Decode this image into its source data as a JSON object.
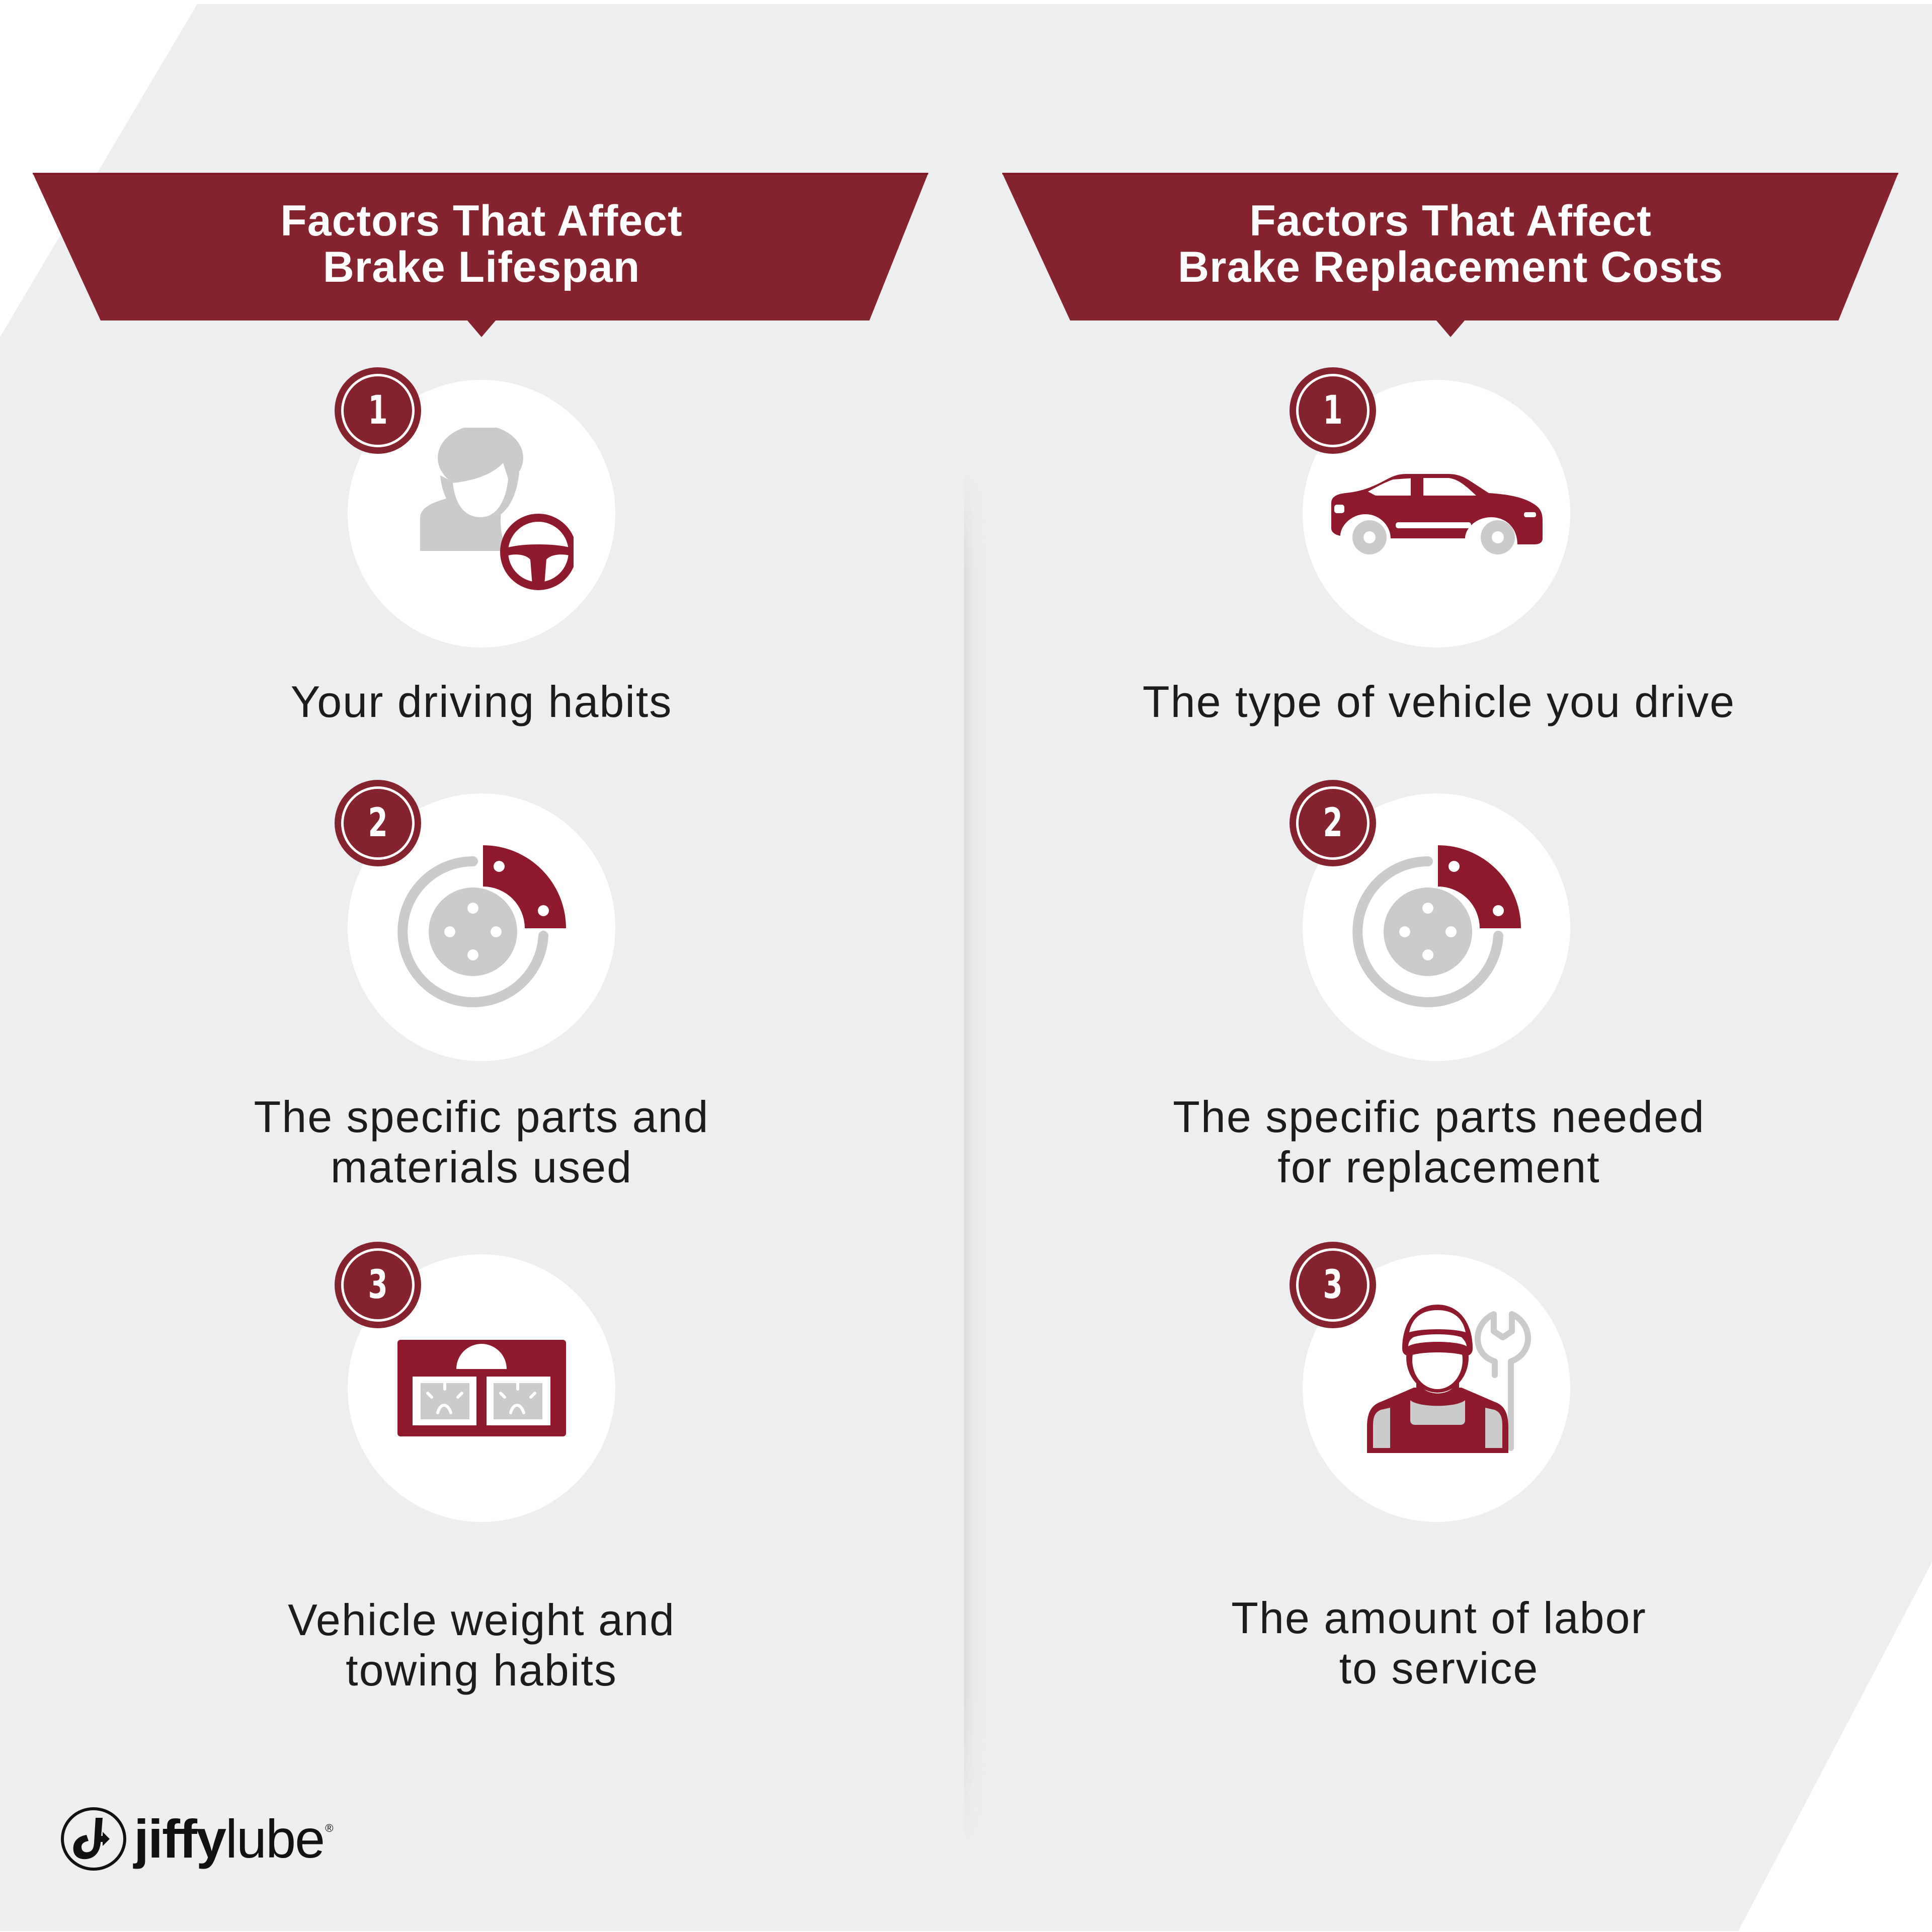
{
  "colors": {
    "background": "#FFFFFF",
    "panel": "#EDEEEF",
    "banner": "#85232F",
    "icon_red": "#8F1A2D",
    "icon_gray": "#CBCBCB",
    "text": "#1C1C1C"
  },
  "columns": [
    {
      "title_lines": [
        "Factors That Affect",
        "Brake Lifespan"
      ],
      "items": [
        {
          "number": "1",
          "icon": "driver-steering-wheel-icon",
          "caption_lines": [
            "Your driving habits"
          ]
        },
        {
          "number": "2",
          "icon": "brake-disc-icon",
          "caption_lines": [
            "The specific parts and",
            "materials used"
          ]
        },
        {
          "number": "3",
          "icon": "weight-scale-icon",
          "caption_lines": [
            "Vehicle weight and",
            "towing habits"
          ]
        }
      ]
    },
    {
      "title_lines": [
        "Factors That Affect",
        "Brake Replacement Costs"
      ],
      "items": [
        {
          "number": "1",
          "icon": "car-icon",
          "caption_lines": [
            "The type of vehicle you drive"
          ]
        },
        {
          "number": "2",
          "icon": "brake-disc-icon",
          "caption_lines": [
            "The specific parts needed",
            "for replacement"
          ]
        },
        {
          "number": "3",
          "icon": "mechanic-wrench-icon",
          "caption_lines": [
            "The amount of labor",
            "to service"
          ]
        }
      ]
    }
  ],
  "logo": {
    "bold": "jiffy",
    "regular": "lube",
    "registered": "®"
  }
}
